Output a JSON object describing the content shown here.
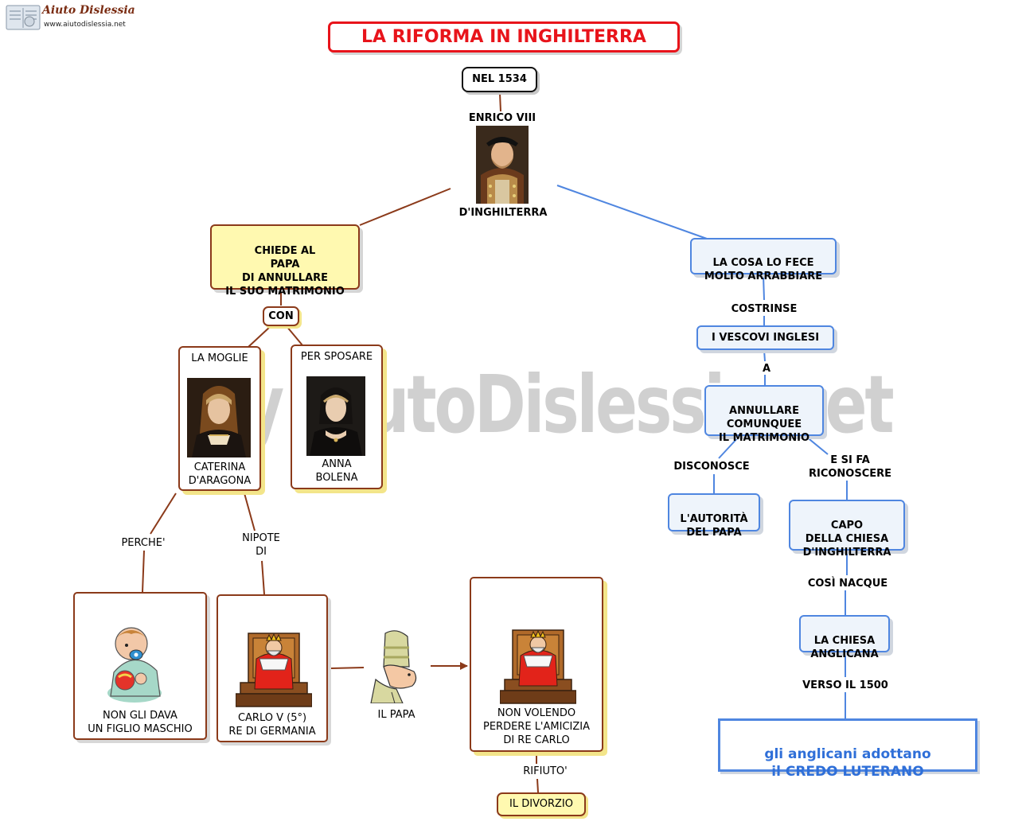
{
  "logo": {
    "name": "Aiuto Dislessia",
    "url": "www.aiutodislessia.net"
  },
  "watermark": "By AiutoDislessia.net",
  "title": "LA RIFORMA IN INGHILTERRA",
  "nodes": {
    "year": "NEL 1534",
    "enrico_top": "ENRICO VIII",
    "enrico_bottom": "D'INGHILTERRA",
    "chiede": "CHIEDE AL\nPAPA\nDI ANNULLARE\nIL SUO MATRIMONIO",
    "con": "CON",
    "moglie_top": "LA MOGLIE",
    "moglie_bottom": "CATERINA\nD'ARAGONA",
    "sposare_top": "PER SPOSARE",
    "sposare_bottom": "ANNA\nBOLENA",
    "figlio": "NON GLI DAVA\nUN FIGLIO MASCHIO",
    "carlo": "CARLO V (5°)\nRE DI GERMANIA",
    "papa": "IL PAPA",
    "nonvolendo": "NON VOLENDO\nPERDERE L'AMICIZIA\nDI RE CARLO",
    "divorzio": "IL DIVORZIO",
    "cosa": "LA COSA LO FECE\nMOLTO ARRABBIARE",
    "vescovi": "I VESCOVI INGLESI",
    "annullare": "ANNULLARE\nCOMUNQUEE\nIL MATRIMONIO",
    "autorita": "L'AUTORITÀ\nDEL PAPA",
    "capo": "CAPO\nDELLA CHIESA\nD'INGHILTERRA",
    "anglicana": "LA CHIESA\nANGLICANA",
    "credo": "gli anglicani adottano\nil CREDO LUTERANO"
  },
  "links": {
    "perche": "PERCHE'",
    "nipote": "NIPOTE\nDI",
    "rifiuto": "RIFIUTO'",
    "costrinse": "COSTRINSE",
    "a": "A",
    "disconosce": "DISCONOSCE",
    "riconoscere": "E SI FA\nRICONOSCERE",
    "nacque": "COSÌ NACQUE",
    "verso": "VERSO IL 1500"
  },
  "colors": {
    "title_border": "#e8141b",
    "brown_line": "#8b3a1a",
    "blue_line": "#4f86e0",
    "credo_text": "#2f6fd8",
    "yellow_fill": "#fff9b0",
    "shadow_yellow": "#f3e58a"
  }
}
